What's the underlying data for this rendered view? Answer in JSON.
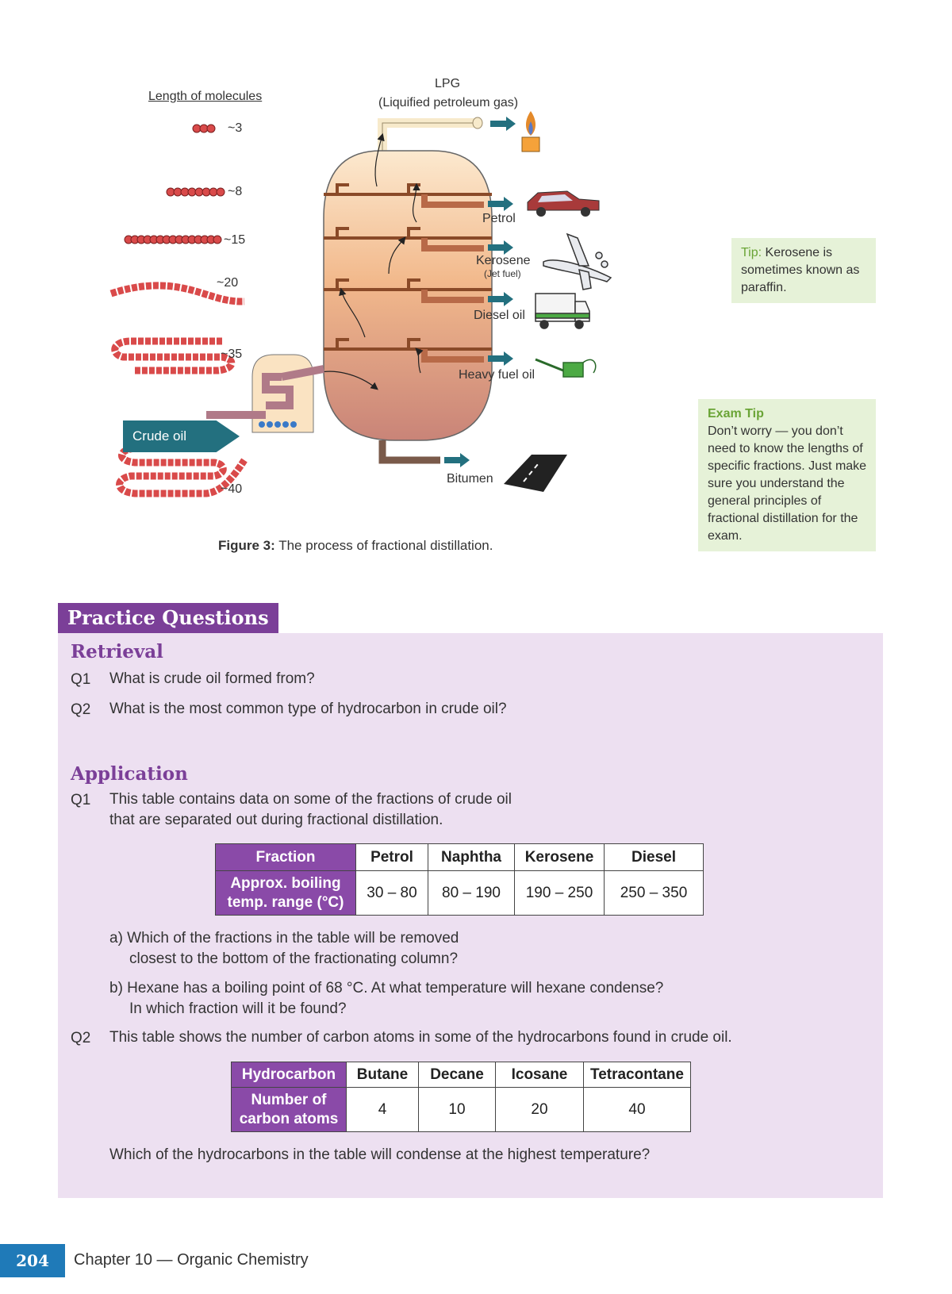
{
  "figure": {
    "molecules_heading": "Length of molecules",
    "molecule_lengths": [
      "~3",
      "~8",
      "~15",
      "~20",
      "~35",
      "~40"
    ],
    "lpg_label": "LPG",
    "lpg_sub": "(Liquified petroleum gas)",
    "fractions": {
      "petrol": "Petrol",
      "kerosene": "Kerosene",
      "kerosene_sub": "(Jet fuel)",
      "diesel": "Diesel oil",
      "heavy": "Heavy fuel oil",
      "bitumen": "Bitumen"
    },
    "crude_label": "Crude oil",
    "caption_bold": "Figure 3:",
    "caption_text": "The process of fractional distillation."
  },
  "tip": {
    "title": "Tip:",
    "text": "Kerosene is sometimes known as paraffin."
  },
  "exam_tip": {
    "title": "Exam Tip",
    "text": "Don’t worry — you don’t need to know the lengths of specific fractions. Just make sure you understand the general principles of fractional distillation for the exam."
  },
  "practice": {
    "header": "Practice Questions",
    "retrieval_title": "Retrieval",
    "retrieval": [
      {
        "num": "Q1",
        "text": "What is crude oil formed from?"
      },
      {
        "num": "Q2",
        "text": "What is the most common type of hydrocarbon in crude oil?"
      }
    ],
    "application_title": "Application",
    "app_q1": {
      "num": "Q1",
      "line1": "This table contains data on some of the fractions of crude oil",
      "line2": "that are separated out during fractional distillation.",
      "table": {
        "row1_header": "Fraction",
        "row2_header_l1": "Approx. boiling",
        "row2_header_l2": "temp. range (°C)",
        "columns": [
          "Petrol",
          "Naphtha",
          "Kerosene",
          "Diesel"
        ],
        "values": [
          "30 – 80",
          "80 – 190",
          "190 – 250",
          "250 – 350"
        ]
      },
      "a_line1": "a) Which of the fractions in the table will be removed",
      "a_line2": "closest to the bottom of the fractionating column?",
      "b_line1": "b) Hexane has a boiling point of 68 °C.  At what temperature will hexane condense?",
      "b_line2": "In which fraction will it be found?"
    },
    "app_q2": {
      "num": "Q2",
      "text": "This table shows the number of carbon atoms in some of the hydrocarbons found in crude oil.",
      "table": {
        "row1_header": "Hydrocarbon",
        "row2_header_l1": "Number of",
        "row2_header_l2": "carbon atoms",
        "columns": [
          "Butane",
          "Decane",
          "Icosane",
          "Tetracontane"
        ],
        "values": [
          "4",
          "10",
          "20",
          "40"
        ]
      },
      "question": "Which of the hydrocarbons in the table will condense at the highest temperature?"
    }
  },
  "footer": {
    "page_number": "204",
    "chapter": "Chapter 10 — Organic Chemistry"
  },
  "colors": {
    "accent_purple": "#7b3f98",
    "tip_green": "#6aa436",
    "tip_bg": "#e6f2d8",
    "page_blue": "#1f7ab8",
    "arrow_teal": "#23707f"
  }
}
